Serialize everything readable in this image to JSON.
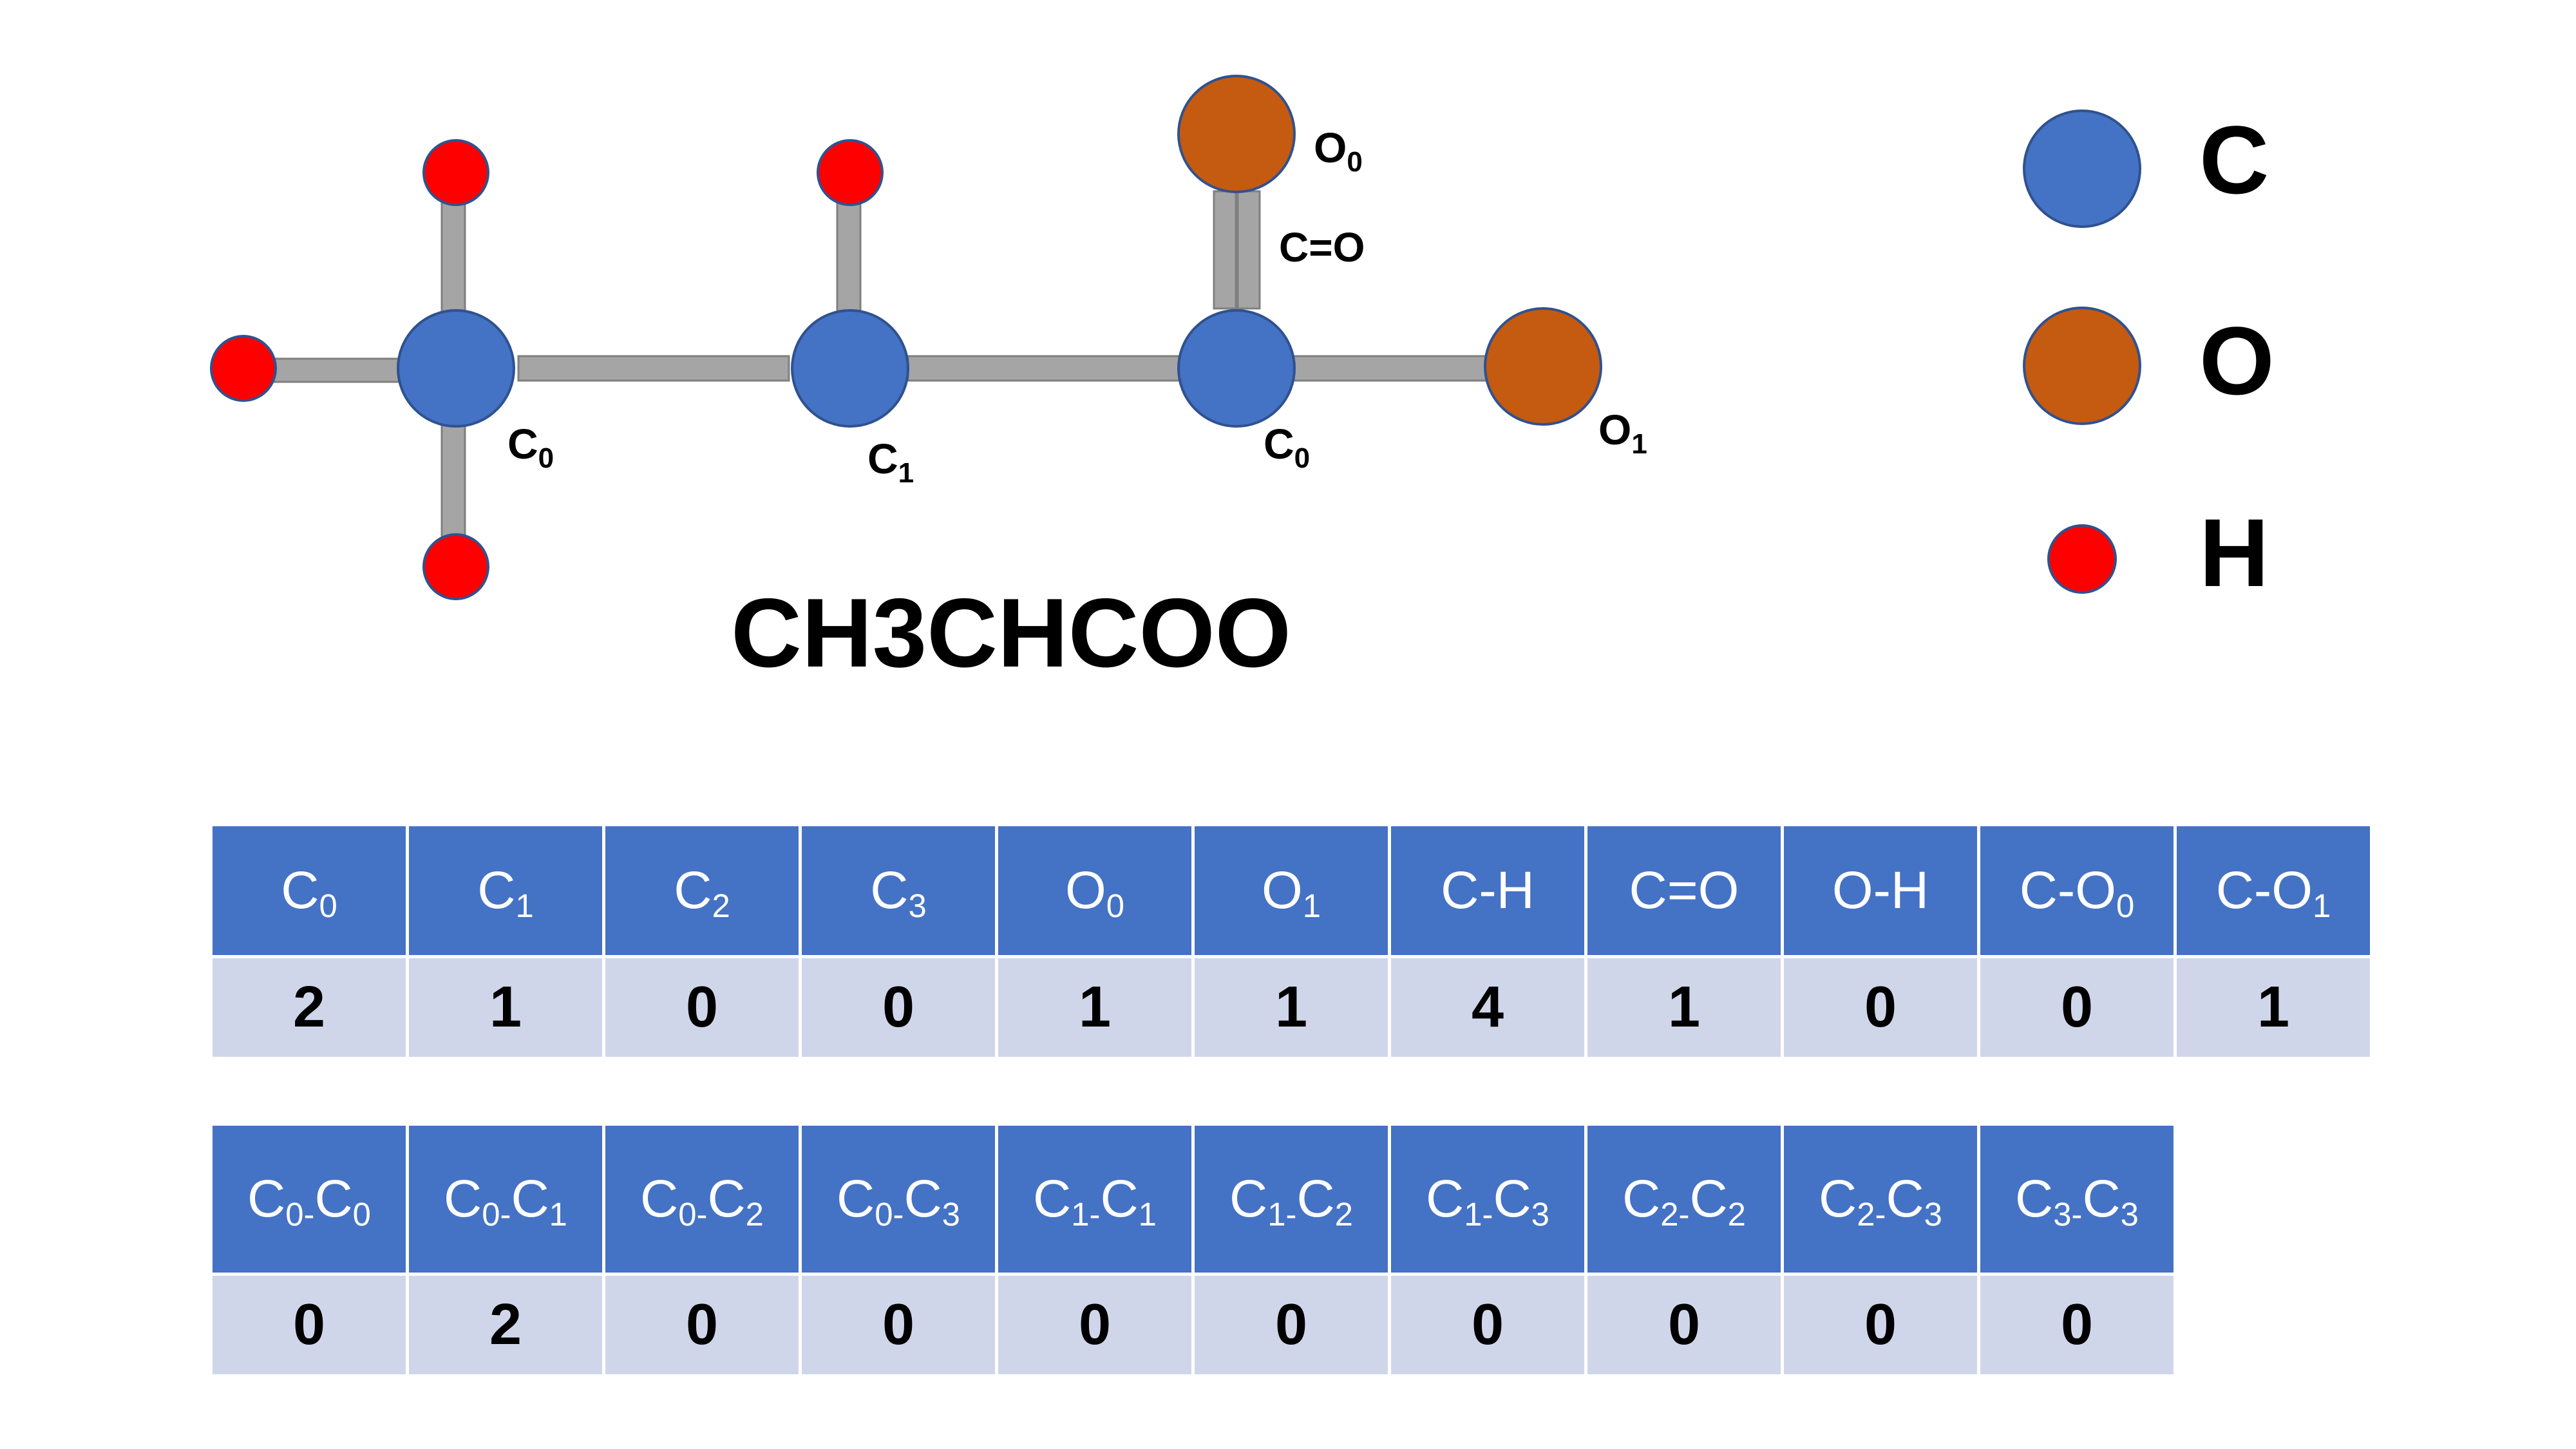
{
  "colors": {
    "carbon": "#4472c4",
    "oxygen": "#c55a11",
    "hydrogen": "#ff0000",
    "bond": "#a5a5a5",
    "header_bg": "#4472c4",
    "value_bg": "#d0d6ea"
  },
  "molecule": {
    "formula": "CH3CHCOO",
    "bond_label": "C=O",
    "atom_labels": [
      {
        "letter": "C",
        "sub": "0"
      },
      {
        "letter": "C",
        "sub": "1"
      },
      {
        "letter": "C",
        "sub": "0"
      },
      {
        "letter": "O",
        "sub": "0"
      },
      {
        "letter": "O",
        "sub": "1"
      }
    ]
  },
  "legend": [
    {
      "symbol": "C",
      "element": "carbon"
    },
    {
      "symbol": "O",
      "element": "oxygen"
    },
    {
      "symbol": "H",
      "element": "hydrogen"
    }
  ],
  "table1": {
    "headers": [
      {
        "main": "C",
        "sub": "0"
      },
      {
        "main": "C",
        "sub": "1"
      },
      {
        "main": "C",
        "sub": "2"
      },
      {
        "main": "C",
        "sub": "3"
      },
      {
        "main": "O",
        "sub": "0"
      },
      {
        "main": "O",
        "sub": "1"
      },
      {
        "main": "C-H",
        "sub": ""
      },
      {
        "main": "C=O",
        "sub": ""
      },
      {
        "main": "O-H",
        "sub": ""
      },
      {
        "main": "C-O",
        "sub": "0"
      },
      {
        "main": "C-O",
        "sub": "1"
      }
    ],
    "values": [
      "2",
      "1",
      "0",
      "0",
      "1",
      "1",
      "4",
      "1",
      "0",
      "0",
      "1"
    ]
  },
  "table2": {
    "headers": [
      {
        "a": "C",
        "as": "0-",
        "b": "C",
        "bs": "0"
      },
      {
        "a": "C",
        "as": "0-",
        "b": "C",
        "bs": "1"
      },
      {
        "a": "C",
        "as": "0-",
        "b": "C",
        "bs": "2"
      },
      {
        "a": "C",
        "as": "0-",
        "b": "C",
        "bs": "3"
      },
      {
        "a": "C",
        "as": "1-",
        "b": "C",
        "bs": "1"
      },
      {
        "a": "C",
        "as": "1-",
        "b": "C",
        "bs": "2"
      },
      {
        "a": "C",
        "as": "1-",
        "b": "C",
        "bs": "3"
      },
      {
        "a": "C",
        "as": "2-",
        "b": "C",
        "bs": "2"
      },
      {
        "a": "C",
        "as": "2-",
        "b": "C",
        "bs": "3"
      },
      {
        "a": "C",
        "as": "3-",
        "b": "C",
        "bs": "3"
      }
    ],
    "values": [
      "0",
      "2",
      "0",
      "0",
      "0",
      "0",
      "0",
      "0",
      "0",
      "0"
    ]
  }
}
